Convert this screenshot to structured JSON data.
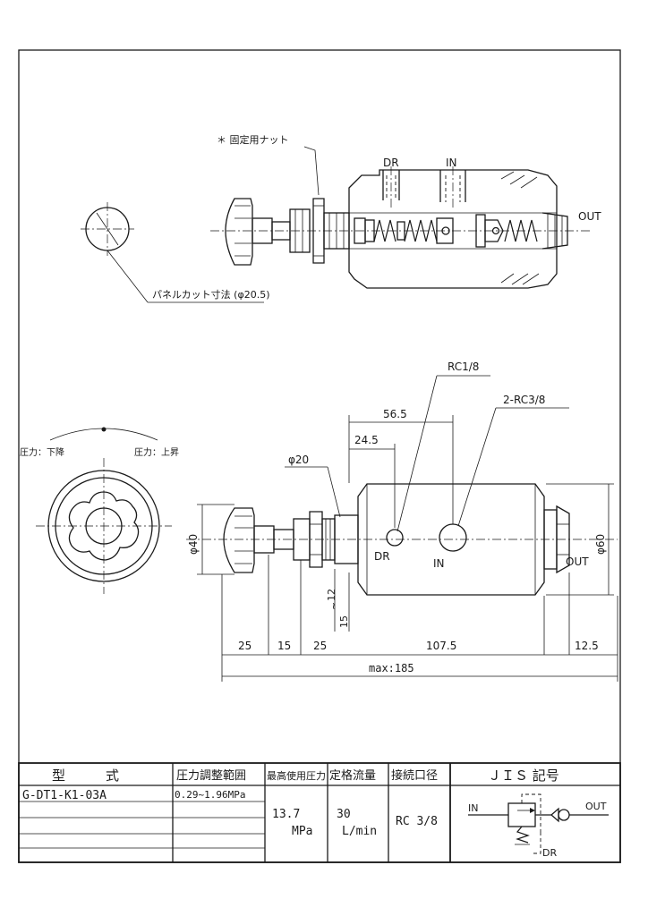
{
  "labels": {
    "nut_note": "＊ 固定用ナット",
    "panel_cut": "パネルカット寸法 (φ20.5)",
    "port_dr": "DR",
    "port_in": "IN",
    "port_out": "OUT",
    "rc18": "RC1/8",
    "rc38": "2-RC3/8",
    "pressure_down": "圧力：下降",
    "pressure_up": "圧力：上昇"
  },
  "dimensions": {
    "d565": "56.5",
    "d245": "24.5",
    "phi20": "φ20",
    "phi40": "φ40",
    "phi60": "φ60",
    "d12_15_top": "12",
    "d12_15_sep": "~",
    "d12_15_bot": "15",
    "d25a": "25",
    "d15": "15",
    "d25b": "25",
    "d1075": "107.5",
    "d125": "12.5",
    "max": "max:185"
  },
  "table": {
    "headers": [
      "型　　　式",
      "圧力調整範囲",
      "最高使用圧力",
      "定格流量",
      "接続口径",
      "ＪＩＳ 記号"
    ],
    "model": "G-DT1-K1-03A",
    "range": "0.29~1.96MPa",
    "max_pressure_value": "13.7",
    "max_pressure_unit": "MPa",
    "flow_value": "30",
    "flow_unit": "L/min",
    "port_size": "RC 3/8",
    "sym_in": "IN",
    "sym_out": "OUT",
    "sym_dr": "DR"
  }
}
